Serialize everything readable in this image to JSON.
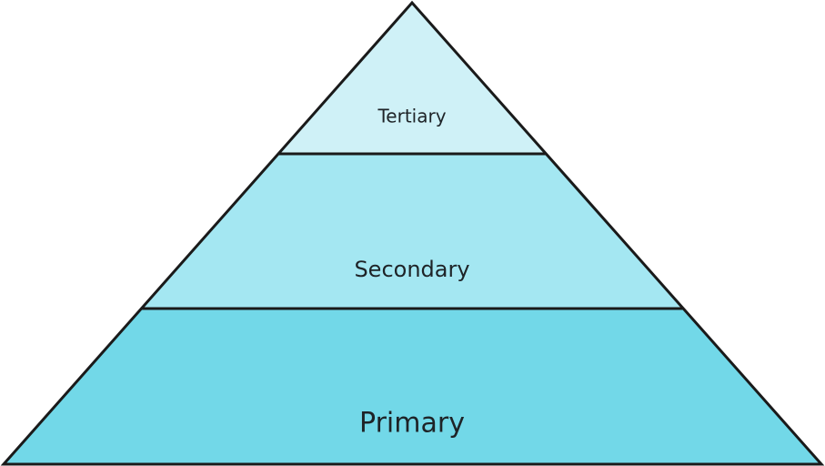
{
  "diagram": {
    "type": "pyramid",
    "levels": [
      {
        "label": "Tertiary",
        "fill": "#CFF1F7",
        "font_size": 20
      },
      {
        "label": "Secondary",
        "fill": "#A4E7F2",
        "font_size": 24
      },
      {
        "label": "Primary",
        "fill": "#72D8E8",
        "font_size": 30
      }
    ],
    "stroke_color": "#1a1a1a"
  }
}
